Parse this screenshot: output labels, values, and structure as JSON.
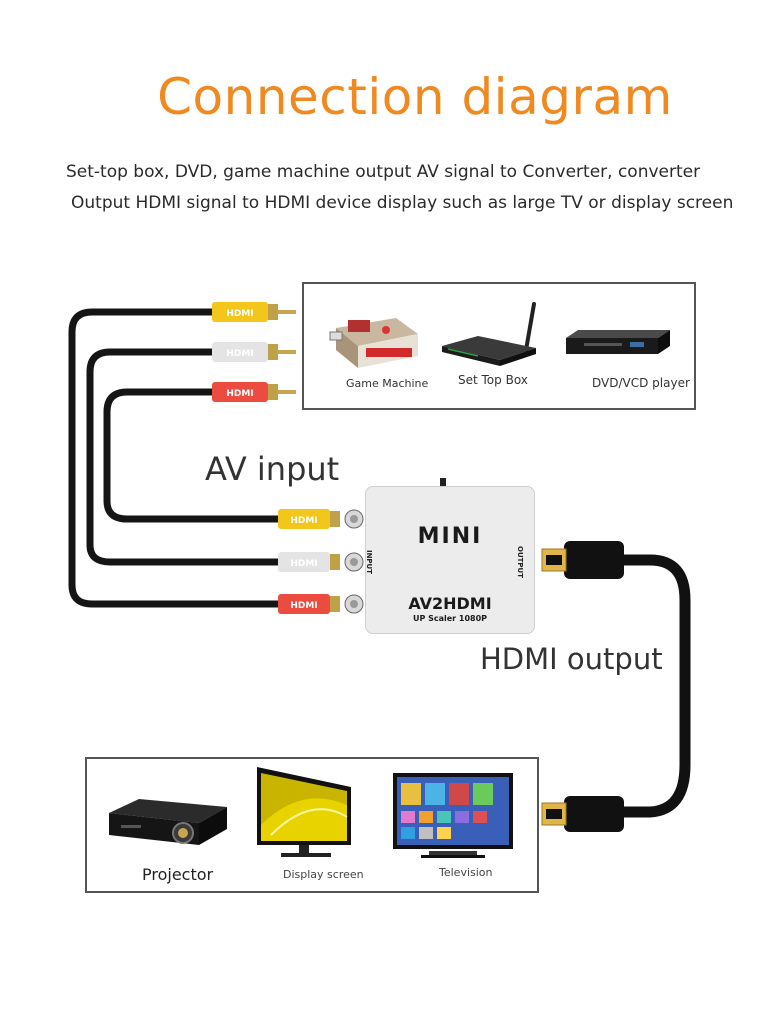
{
  "title": "Connection diagram",
  "description": {
    "line1": "Set-top box, DVD, game machine output AV signal to Converter, converter",
    "line2": "Output HDMI signal to HDMI device display such as large TV or display screen"
  },
  "sources": {
    "game_machine": "Game Machine",
    "set_top_box": "Set Top Box",
    "dvd_player": "DVD/VCD player"
  },
  "av_input_label": "AV input",
  "hdmi_output_label": "HDMI output",
  "converter": {
    "brand": "MINI",
    "model": "AV2HDMI",
    "subtitle": "UP Scaler 1080P",
    "input_port": "INPUT",
    "output_port": "OUTPUT"
  },
  "displays": {
    "projector": "Projector",
    "display_screen": "Display screen",
    "television": "Television"
  },
  "colors": {
    "title": "#f0891f",
    "yellow_plug": "#f3c61b",
    "white_plug": "#e4e4e4",
    "red_plug": "#ec4b3f",
    "cable": "#151515"
  }
}
